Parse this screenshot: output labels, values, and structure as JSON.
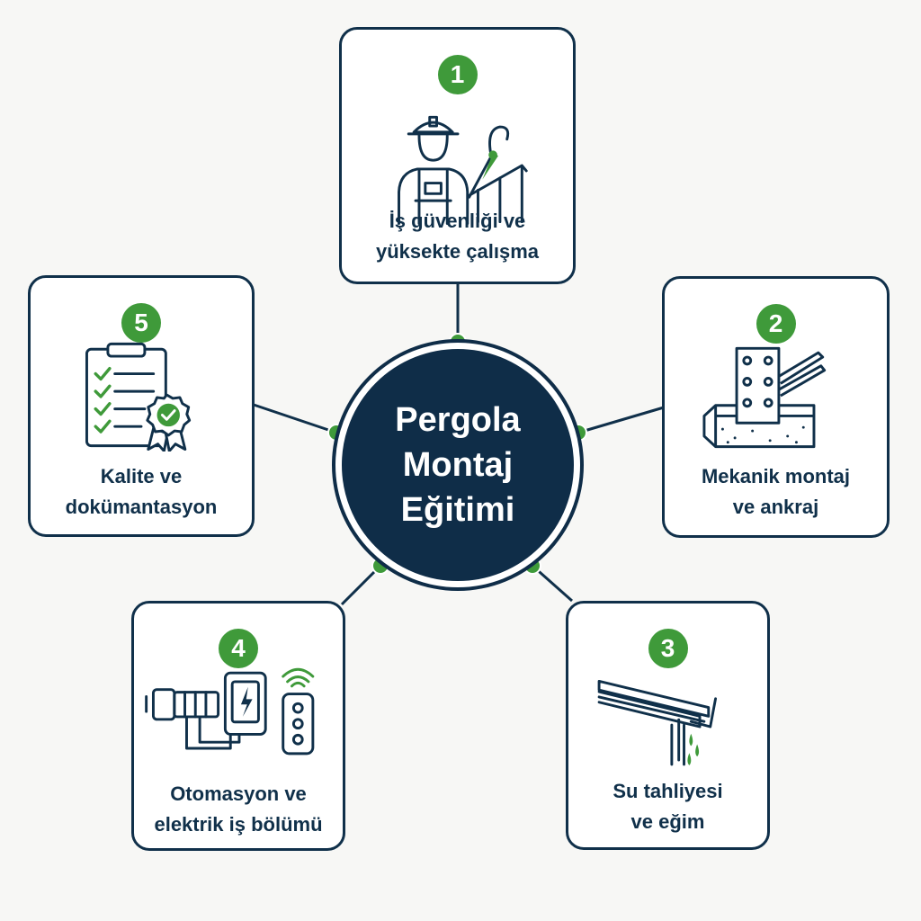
{
  "colors": {
    "navy": "#10304a",
    "green": "#3f9a3a",
    "background": "#f7f7f5"
  },
  "center": {
    "line1": "Pergola",
    "line2": "Montaj",
    "line3": "Eğitimi"
  },
  "cards": [
    {
      "number": "1",
      "line1": "İş güvenliği ve",
      "line2": "yüksekte çalışma",
      "icon": "worker-with-harness-icon"
    },
    {
      "number": "2",
      "line1": "Mekanik montaj",
      "line2": "ve ankraj",
      "icon": "anchor-plate-icon"
    },
    {
      "number": "3",
      "line1": "Su tahliyesi",
      "line2": "ve eğim",
      "icon": "gutter-drainage-icon"
    },
    {
      "number": "4",
      "line1": "Otomasyon ve",
      "line2": "elektrik iş bölümü",
      "icon": "motor-control-icon"
    },
    {
      "number": "5",
      "line1": "Kalite ve",
      "line2": "dokümantasyon",
      "icon": "checklist-certificate-icon"
    }
  ]
}
